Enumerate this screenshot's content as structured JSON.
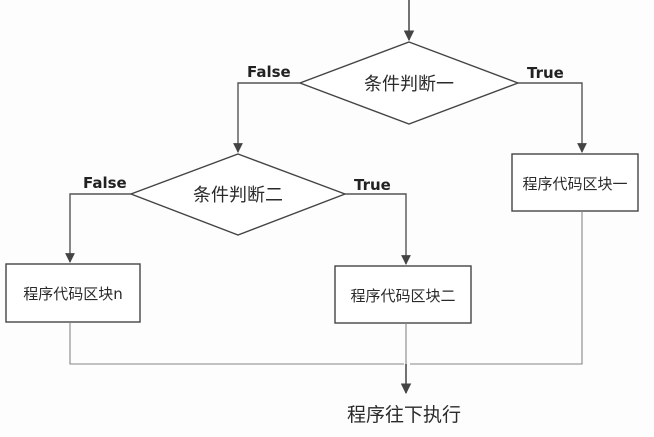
{
  "diagram": {
    "decision_1": "条件判断一",
    "decision_2": "条件判断二",
    "block_1": "程序代码区块一",
    "block_2": "程序代码区块二",
    "block_n": "程序代码区块n",
    "false_label_1": "False",
    "true_label_1": "True",
    "false_label_2": "False",
    "true_label_2": "True",
    "footer": "程序往下执行"
  },
  "colors": {
    "line": "#555555",
    "text": "#222222",
    "background": "#fdfdfd"
  }
}
